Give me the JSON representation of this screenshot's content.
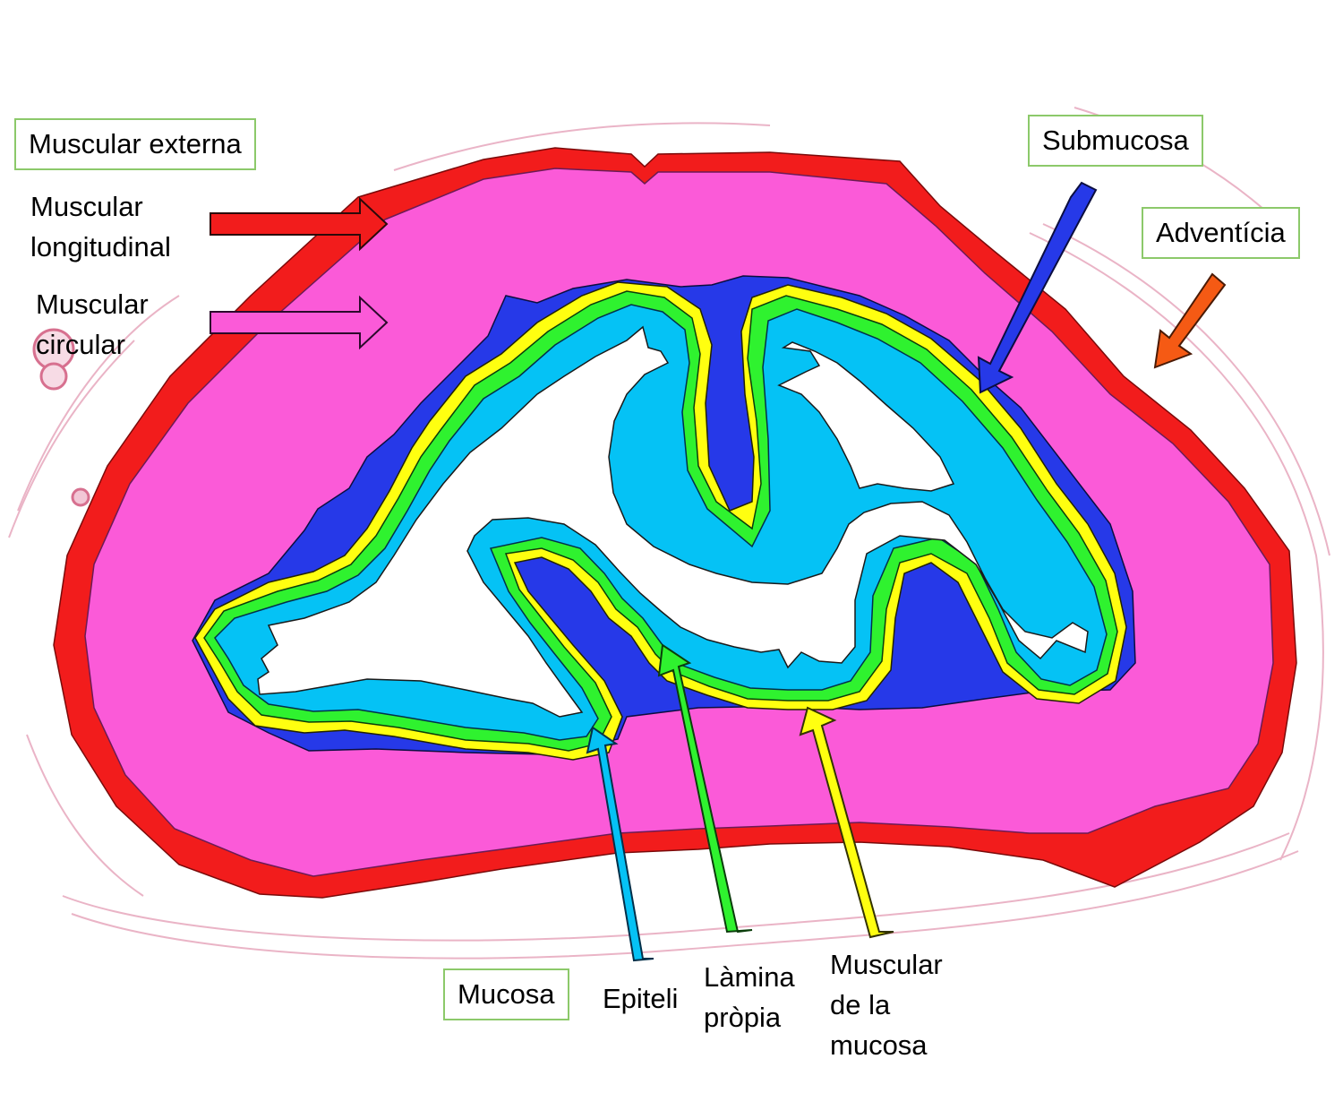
{
  "labels": {
    "muscular_externa": "Muscular externa",
    "muscular_longitudinal_1": "Muscular",
    "muscular_longitudinal_2": "longitudinal",
    "muscular_circular_1": "Muscular",
    "muscular_circular_2": "circular",
    "submucosa": "Submucosa",
    "adventicia": "Adventícia",
    "mucosa": "Mucosa",
    "epiteli": "Epiteli",
    "lamina_propia_1": "Làmina",
    "lamina_propia_2": "pròpia",
    "muscular_mucosa_1": "Muscular",
    "muscular_mucosa_2": "de la",
    "muscular_mucosa_3": "mucosa"
  },
  "colors": {
    "longitudinal_muscle": "#f21c1c",
    "circular_muscle": "#fb5ad8",
    "submucosa": "#2639e8",
    "muscularis_mucosae": "#ffff10",
    "lamina_propria": "#2ff22f",
    "epithelium": "#05c2f5",
    "adventitia_arrow": "#f55a14",
    "lumen": "#ffffff",
    "tissue_tint": "#e08aa8",
    "box_border": "#8cc96a"
  }
}
